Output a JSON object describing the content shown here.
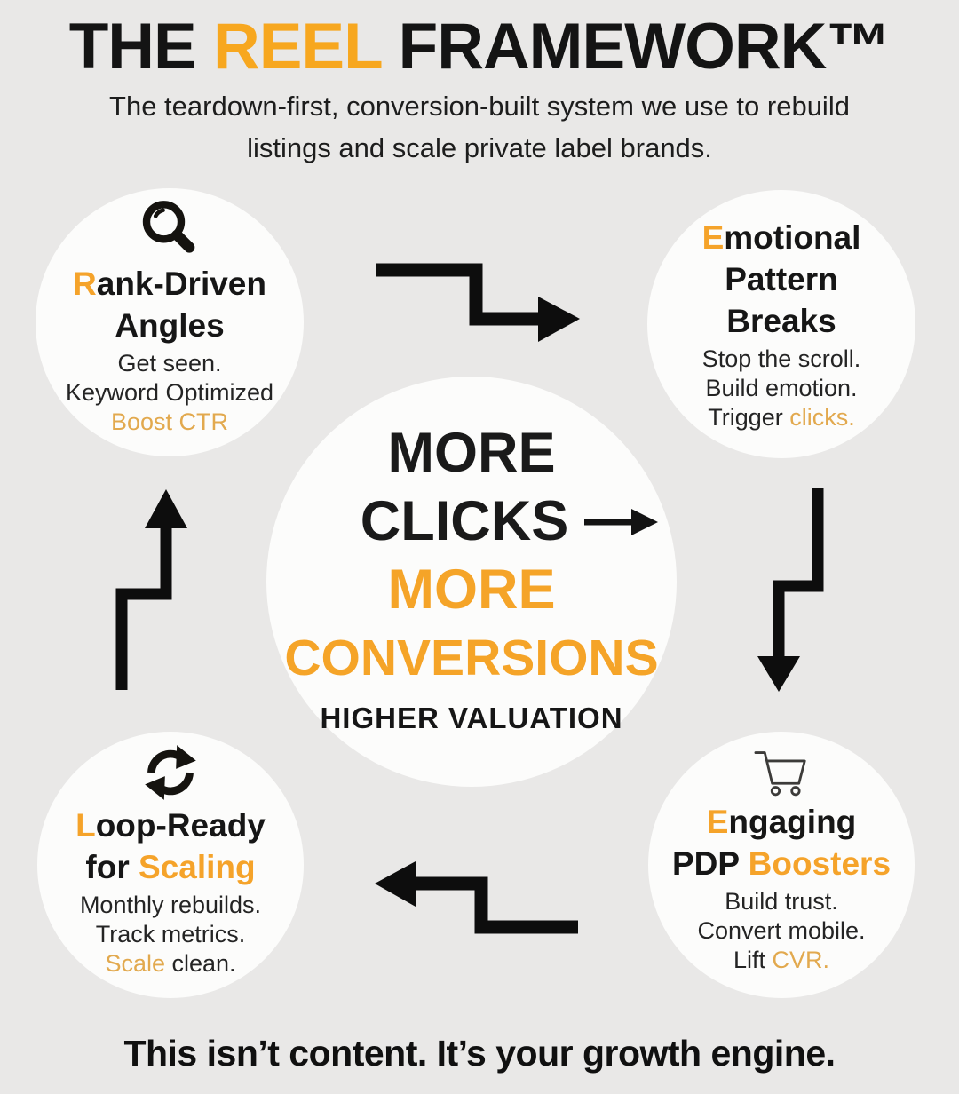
{
  "page": {
    "title_pre": "THE ",
    "title_highlight": "REEL",
    "title_post": " FRAMEWORK™",
    "subtitle_line1": "The teardown-first, conversion-built system we use to rebuild",
    "subtitle_line2": "listings and scale private label brands.",
    "tagline": "This isn’t content. It’s your growth engine."
  },
  "colors": {
    "background": "#e9e8e7",
    "circle_fill": "#fcfcfb",
    "text_dark": "#161616",
    "accent_orange": "#f5a32a",
    "accent_gold": "#e2a94e",
    "arrow_black": "#0d0d0d"
  },
  "center": {
    "line1": "MORE",
    "line2": "CLICKS",
    "line2_icon": "right-arrow-icon",
    "line3": "MORE",
    "line4": "CONVERSIONS",
    "line5": "HIGHER VALUATION"
  },
  "nodes": {
    "rank": {
      "icon": "magnifier-icon",
      "title1_accent": "R",
      "title1_rest": "ank-Driven",
      "title2": "Angles",
      "line1": "Get seen.",
      "line2": "Keyword Optimized",
      "line3_accent": "Boost CTR"
    },
    "emotional": {
      "title1_accent": "E",
      "title1_rest": "motional",
      "title2": "Pattern",
      "title3": "Breaks",
      "line1": "Stop the scroll.",
      "line2": "Build emotion.",
      "line3_pre": "Trigger ",
      "line3_accent": "clicks."
    },
    "loop": {
      "icon": "loop-icon",
      "title1_accent": "L",
      "title1_rest": "oop-Ready",
      "title2_pre": "for ",
      "title2_accent": "Scaling",
      "line1": "Monthly rebuilds.",
      "line2": "Track metrics.",
      "line3_accent": "Scale",
      "line3_post": " clean."
    },
    "pdp": {
      "icon": "cart-icon",
      "title1_accent": "E",
      "title1_rest": "ngaging",
      "title2_pre": "PDP ",
      "title2_accent": "Boosters",
      "line1": "Build trust.",
      "line2": "Convert mobile.",
      "line3_pre": "Lift ",
      "line3_accent": "CVR."
    }
  }
}
